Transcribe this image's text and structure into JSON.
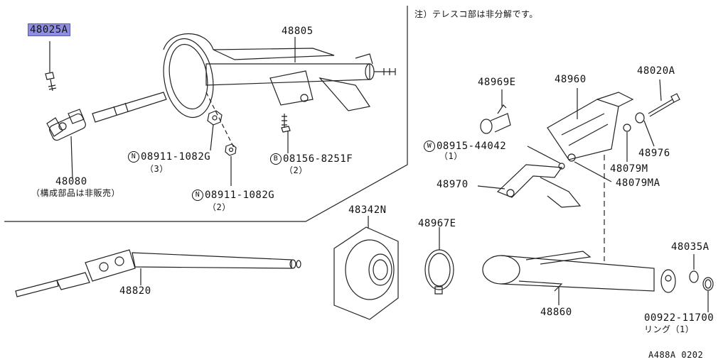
{
  "note": "注）テレスコ部は非分解です。",
  "footer_code": "A488A 0202",
  "labels": {
    "p48025A": "48025A",
    "p48805": "48805",
    "p48080": "48080",
    "p48080_note": "（構成部品は非販売）",
    "n1_prefix": "N",
    "n1": "08911-1082G",
    "n1_qty": "（3）",
    "b1_prefix": "B",
    "b1": "08156-8251F",
    "b1_qty": "（2）",
    "n2_prefix": "N",
    "n2": "08911-1082G",
    "n2_qty": "（2）",
    "p48969E": "48969E",
    "p48960": "48960",
    "p48020A": "48020A",
    "w1_prefix": "W",
    "w1": "08915-44042",
    "w1_qty": "（1）",
    "p48976": "48976",
    "p48079M": "48079M",
    "p48970": "48970",
    "p48079MA": "48079MA",
    "p48342N": "48342N",
    "p48967E": "48967E",
    "p48820": "48820",
    "p48860": "48860",
    "p48035A": "48035A",
    "p00922": "00922-11700",
    "p00922_sub": "リング（1）"
  },
  "colors": {
    "line": "#222222",
    "highlight": "#8e8ee0"
  }
}
